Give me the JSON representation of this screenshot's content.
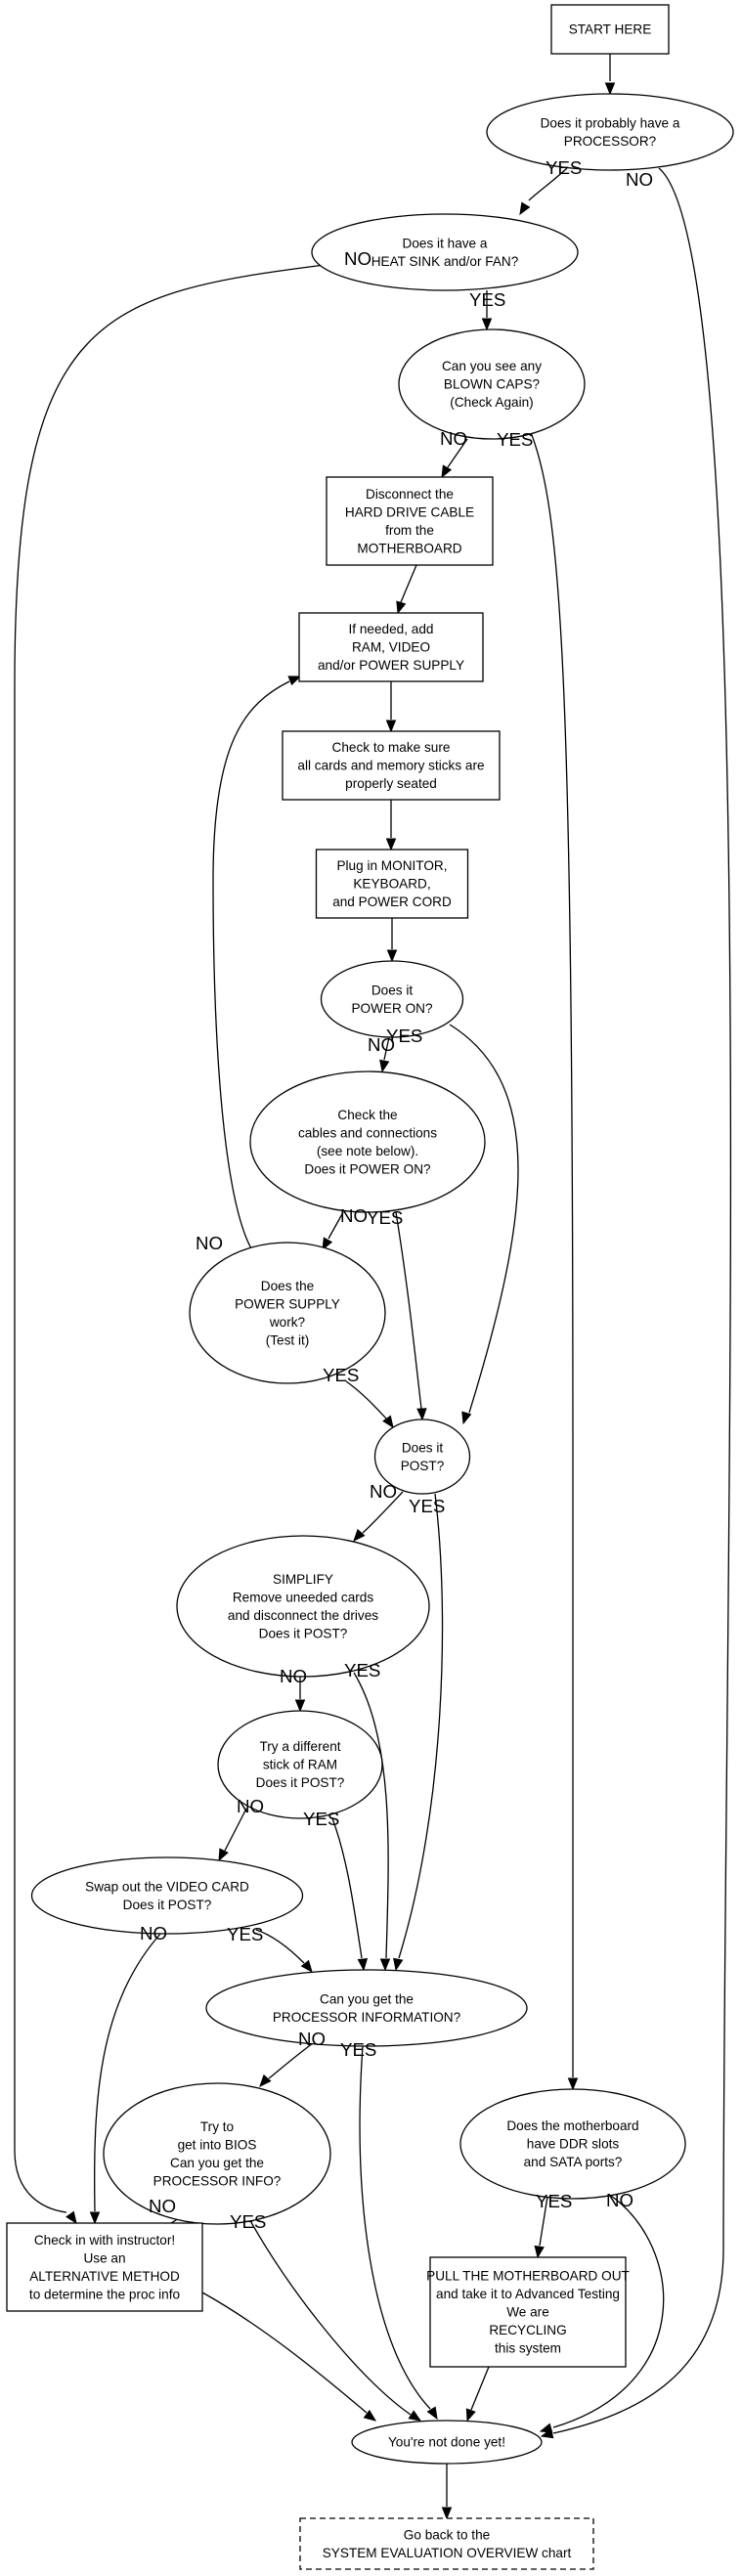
{
  "colors": {
    "start_border": "#00cc00",
    "back_border": "#ee0000",
    "line": "#000000"
  },
  "nodes": {
    "start": {
      "lines": [
        "START HERE"
      ]
    },
    "processor": {
      "lines": [
        "Does it probably have a",
        "PROCESSOR?"
      ]
    },
    "heatsink": {
      "lines": [
        "Does it have a",
        "HEAT SINK and/or FAN?"
      ]
    },
    "caps": {
      "lines": [
        "Can you see any",
        "BLOWN CAPS?",
        "(Check Again)"
      ]
    },
    "hdd": {
      "lines": [
        "Disconnect the",
        "HARD DRIVE CABLE",
        "from the",
        "MOTHERBOARD"
      ]
    },
    "addparts": {
      "lines": [
        "If needed, add",
        "RAM, VIDEO",
        "and/or POWER SUPPLY"
      ]
    },
    "seated": {
      "lines": [
        "Check to make sure",
        "all cards and memory sticks are",
        "properly seated"
      ]
    },
    "plugin": {
      "lines": [
        "Plug in MONITOR,",
        "KEYBOARD,",
        "and POWER CORD"
      ]
    },
    "poweron": {
      "lines": [
        "Does it",
        "POWER ON?"
      ]
    },
    "cables": {
      "lines": [
        "Check the",
        "cables and connections",
        "(see note below).",
        "Does it POWER ON?"
      ]
    },
    "psu": {
      "lines": [
        "Does the",
        "POWER SUPPLY",
        "work?",
        "(Test it)"
      ]
    },
    "post": {
      "lines": [
        "Does it",
        "POST?"
      ]
    },
    "simplify": {
      "lines": [
        "SIMPLIFY",
        "Remove uneeded cards",
        "and disconnect the drives",
        "Does it POST?"
      ]
    },
    "ram": {
      "lines": [
        "Try a different",
        "stick of RAM",
        "Does it POST?"
      ]
    },
    "video": {
      "lines": [
        "Swap out the VIDEO CARD",
        "Does it POST?"
      ]
    },
    "procinfo": {
      "lines": [
        "Can you get the",
        "PROCESSOR INFORMATION?"
      ]
    },
    "bios": {
      "lines": [
        "Try to",
        "get into BIOS",
        "Can you get the",
        "PROCESSOR INFO?"
      ]
    },
    "ddr": {
      "lines": [
        "Does the motherboard",
        "have DDR slots",
        "and SATA ports?"
      ]
    },
    "instructor": {
      "lines": [
        "Check in with instructor!",
        "Use an",
        "ALTERNATIVE METHOD",
        "to determine the proc info"
      ]
    },
    "pullmb": {
      "lines": [
        "PULL THE MOTHERBOARD OUT",
        "and take it to Advanced Testing",
        "We are",
        "RECYCLING",
        "this system"
      ]
    },
    "notdone": {
      "lines": [
        "You're not done yet!"
      ]
    },
    "goback": {
      "lines": [
        "Go back to the",
        "SYSTEM EVALUATION OVERVIEW chart"
      ]
    }
  },
  "edges": [
    {
      "from": "start",
      "to": "processor",
      "label": ""
    },
    {
      "from": "processor",
      "to": "heatsink",
      "label": "YES"
    },
    {
      "from": "processor",
      "to": "notdone",
      "label": "NO"
    },
    {
      "from": "heatsink",
      "to": "caps",
      "label": "YES"
    },
    {
      "from": "heatsink",
      "to": "instructor",
      "label": "NO"
    },
    {
      "from": "caps",
      "to": "hdd",
      "label": "NO"
    },
    {
      "from": "caps",
      "to": "ddr",
      "label": "YES"
    },
    {
      "from": "hdd",
      "to": "addparts",
      "label": ""
    },
    {
      "from": "addparts",
      "to": "seated",
      "label": ""
    },
    {
      "from": "seated",
      "to": "plugin",
      "label": ""
    },
    {
      "from": "plugin",
      "to": "poweron",
      "label": ""
    },
    {
      "from": "poweron",
      "to": "cables",
      "label": "NO"
    },
    {
      "from": "poweron",
      "to": "post",
      "label": "YES"
    },
    {
      "from": "cables",
      "to": "psu",
      "label": "NO"
    },
    {
      "from": "cables",
      "to": "post",
      "label": "YES"
    },
    {
      "from": "psu",
      "to": "addparts",
      "label": "NO"
    },
    {
      "from": "psu",
      "to": "post",
      "label": "YES"
    },
    {
      "from": "post",
      "to": "simplify",
      "label": "NO"
    },
    {
      "from": "post",
      "to": "procinfo",
      "label": "YES"
    },
    {
      "from": "simplify",
      "to": "ram",
      "label": "NO"
    },
    {
      "from": "simplify",
      "to": "procinfo",
      "label": "YES"
    },
    {
      "from": "ram",
      "to": "video",
      "label": "NO"
    },
    {
      "from": "ram",
      "to": "procinfo",
      "label": "YES"
    },
    {
      "from": "video",
      "to": "instructor",
      "label": "NO"
    },
    {
      "from": "video",
      "to": "procinfo",
      "label": "YES"
    },
    {
      "from": "procinfo",
      "to": "bios",
      "label": "NO"
    },
    {
      "from": "procinfo",
      "to": "notdone",
      "label": "YES"
    },
    {
      "from": "bios",
      "to": "instructor",
      "label": "NO"
    },
    {
      "from": "bios",
      "to": "notdone",
      "label": "YES"
    },
    {
      "from": "ddr",
      "to": "pullmb",
      "label": "YES"
    },
    {
      "from": "ddr",
      "to": "notdone",
      "label": "NO"
    },
    {
      "from": "instructor",
      "to": "notdone",
      "label": ""
    },
    {
      "from": "pullmb",
      "to": "notdone",
      "label": ""
    },
    {
      "from": "notdone",
      "to": "goback",
      "label": ""
    }
  ]
}
